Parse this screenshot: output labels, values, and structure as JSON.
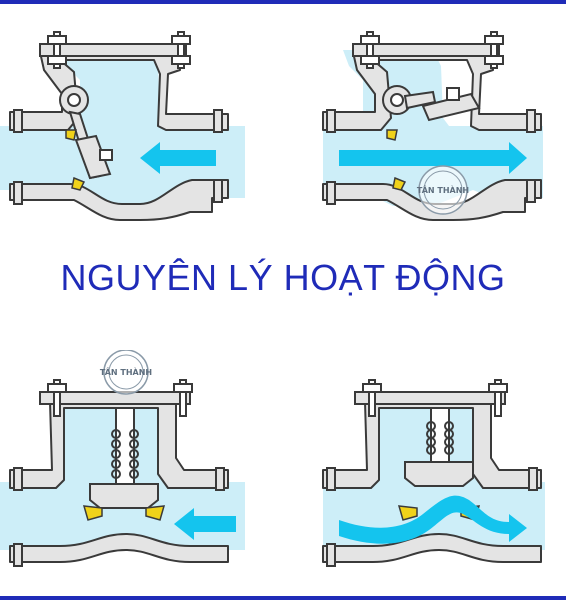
{
  "title": "NGUYÊN LÝ HOẠT ĐỘNG",
  "watermark": "TÂN THÀNH",
  "colors": {
    "border": "#1f2bb8",
    "water": "#cdeef8",
    "body_fill": "#e4e4e4",
    "outline": "#3a3a3a",
    "arrow": "#14c4ee",
    "seal": "#f0d21a",
    "title": "#1f2bb8"
  },
  "panels": [
    {
      "name": "swing-check-valve-closed",
      "flow": "reverse"
    },
    {
      "name": "swing-check-valve-open",
      "flow": "forward"
    },
    {
      "name": "lift-check-valve-closed",
      "flow": "reverse"
    },
    {
      "name": "lift-check-valve-open",
      "flow": "forward"
    }
  ]
}
